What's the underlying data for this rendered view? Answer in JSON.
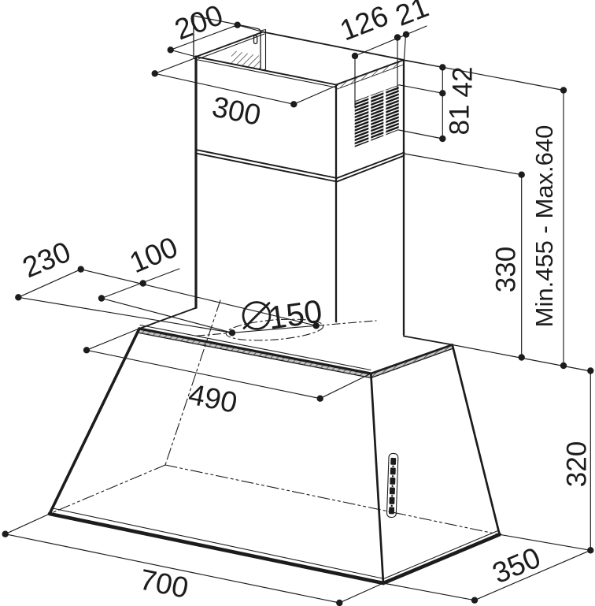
{
  "diagram": {
    "dims": {
      "bracket_depth": "200",
      "chimney_width": "300",
      "grille_width": "126",
      "grille_back_gap": "21",
      "grille_top_offset": "42",
      "grille_height": "81",
      "lower_chimney_height": "330",
      "chimney_height_range": "Min.455 - Max.640",
      "hood_height": "320",
      "hood_width": "700",
      "hood_depth": "350",
      "hood_top_width": "490",
      "duct_rear_offset": "230",
      "duct_front_offset": "100",
      "duct_diameter_value": "150"
    },
    "colors": {
      "ink": "#1c1c1c",
      "paper": "#ffffff"
    }
  }
}
